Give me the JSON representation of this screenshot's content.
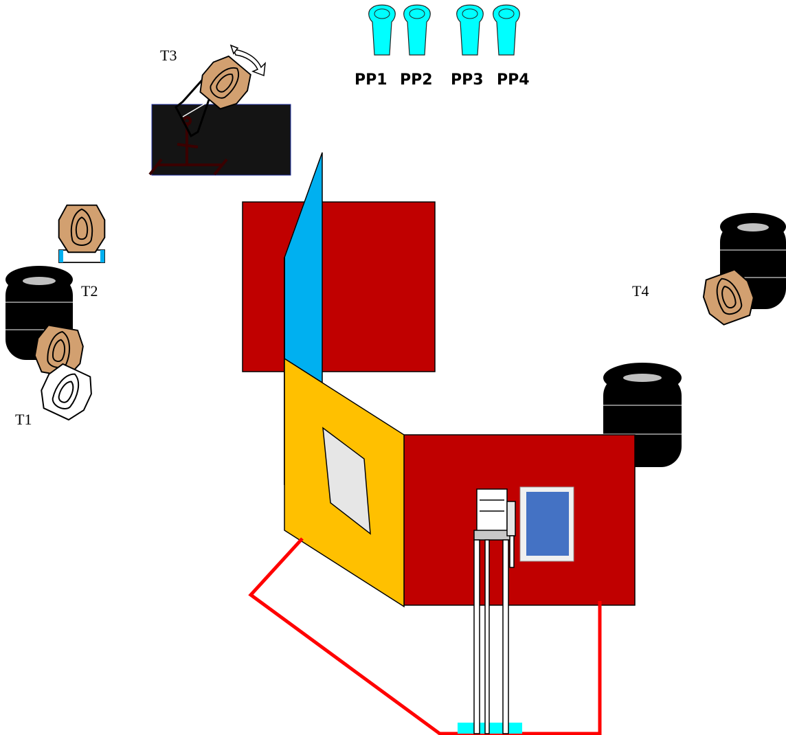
{
  "targets": {
    "t1": "T1",
    "t2": "T2",
    "t3": "T3",
    "t4": "T4"
  },
  "poppers": [
    "PP1",
    "PP2",
    "PP3",
    "PP4"
  ],
  "colors": {
    "wall_red": "#C00000",
    "wall_blue": "#00B0F0",
    "wall_yellow": "#FFC000",
    "window_blue": "#4472C4",
    "popper_cyan": "#00FFFF",
    "target_tan": "#D2A070",
    "fault_line": "#FF0000",
    "barrel_black": "#000000",
    "barricade_black": "#141414"
  },
  "icons": {
    "rotate": "rotate-arrow-icon",
    "chair": "chair-icon",
    "popper": "popper-icon",
    "target": "ipsc-target-icon",
    "no_shoot": "no-shoot-target-icon"
  }
}
